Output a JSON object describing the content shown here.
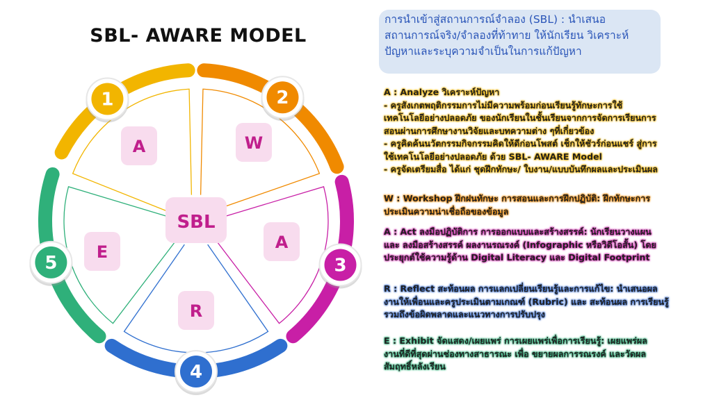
{
  "title": "SBL- AWARE MODEL",
  "center_label": "SBL",
  "segments": [
    {
      "number": "1",
      "letter": "A",
      "color": "#f2b500"
    },
    {
      "number": "2",
      "letter": "W",
      "color": "#f08a00"
    },
    {
      "number": "3",
      "letter": "A",
      "color": "#c81fa6"
    },
    {
      "number": "4",
      "letter": "R",
      "color": "#2f6fcf"
    },
    {
      "number": "5",
      "letter": "E",
      "color": "#2fb07a"
    }
  ],
  "intro": [
    "การนำเข้าสู่สถานการณ์จำลอง (SBL) : นำเสนอ",
    "สถานการณ์จริง/จำลองที่ท้าทาย  ให้นักเรียน วิเคราะห์",
    "ปัญหาและระบุความจำเป็นในการแก้ปัญหา"
  ],
  "sections": {
    "analyze": [
      "A :  Analyze วิเคราะห์ปัญหา",
      " - ครูสังเกตพฤติกรรมการไม่มีความพร้อมก่อนเรียนรู้ทักษะการใช้",
      "เทคโนโลยีอย่างปลอดภัย ของนักเรียนในชั้นเรียนจากการจัดการเรียนการ",
      "สอนผ่านการศึกษางานวิจัยและบทความต่าง ๆที่เกี่ยวข้อง",
      " -  ครูคิดค้นนวัตกรรมกิจกรรมคิดให้ดีก่อนโพสต์ เช็กให้ชัวร์ก่อนแชร์ สู่การ",
      "ใช้เทคโนโลยีอย่างปลอดภัย ด้วย SBL- AWARE Model",
      "- ครูจัดเตรียมสื่อ ได้แก่ ชุดฝึกทักษะ/ ใบงาน/แบบบันทึกผลและประเมินผล"
    ],
    "workshop": [
      "W :  Workshop ฝึกฝนทักษะ  การสอนและการฝึกปฏิบัติ: ฝึกทักษะการ",
      "ประเมินความน่าเชื่อถือของข้อมูล"
    ],
    "act": [
      "A : Act ลงมือปฏิบัติการ  การออกแบบและสร้างสรรค์: นักเรียนวางแผน",
      "และ ลงมือสร้างสรรค์ ผลงานรณรงค์ (Infographic หรือวิดีโอสั้น) โดย",
      "ประยุกต์ใช้ความรู้ด้าน Digital Literacy และ Digital Footprint"
    ],
    "reflect": [
      "R :  Reflect สะท้อนผล  การแลกเปลี่ยนเรียนรู้และการแก้ไข: นำเสนอผล",
      "งานให้เพื่อนและครูประเมินตามเกณฑ์ (Rubric) และ สะท้อนผล การเรียนรู้",
      "รวมถึงข้อผิดพลาดและแนวทางการปรับปรุง"
    ],
    "exhibit": [
      "E : Exhibit จัดแสดง/เผยแพร่   การเผยแพร่เพื่อการเรียนรู้: เผยแพร่ผล",
      "งานที่ดีที่สุดผ่านช่องทางสาธารณะ เพื่อ ขยายผลการรณรงค์ และวัดผล",
      "สัมฤทธิ์หลังเรียน"
    ]
  }
}
